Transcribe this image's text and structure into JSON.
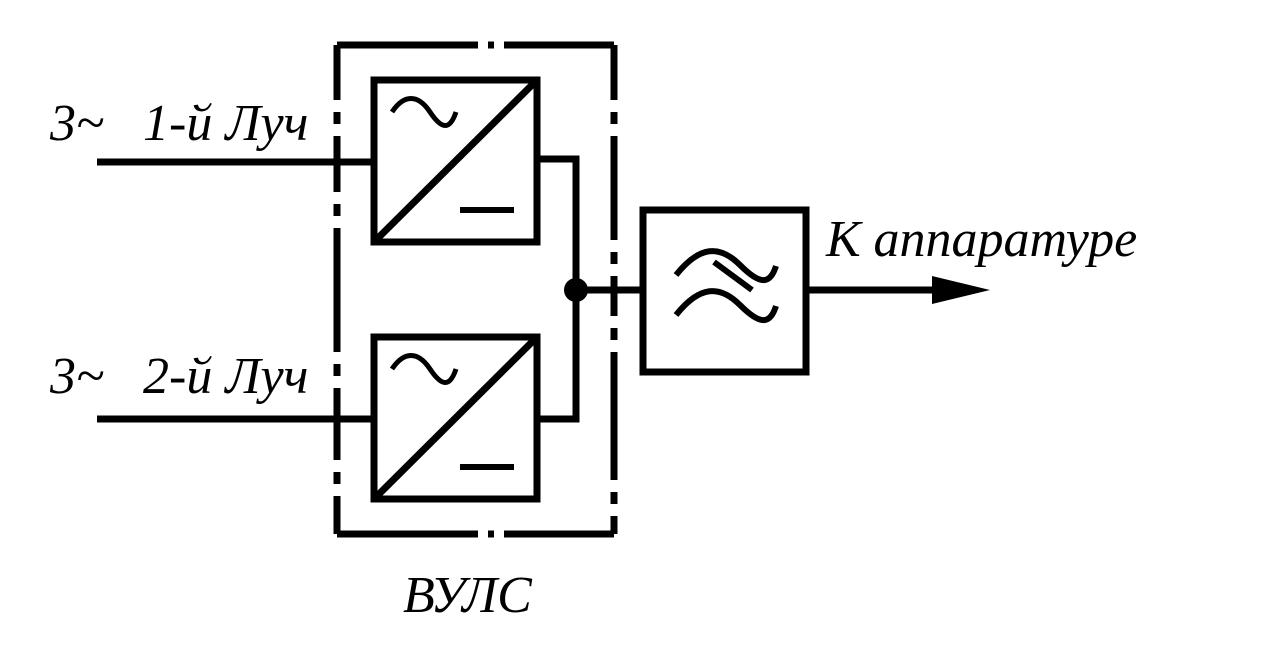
{
  "diagram": {
    "inputs": [
      {
        "phase": "3~",
        "label": "1-й Луч"
      },
      {
        "phase": "3~",
        "label": "2-й Луч"
      }
    ],
    "unit_label": "ВУЛС",
    "output_label": "К аппаратуре",
    "colors": {
      "line": "#000000",
      "background": "#ffffff"
    },
    "icons": {
      "converter_1": "ac-dc-converter-icon",
      "converter_2": "ac-dc-converter-icon",
      "filter": "low-pass-filter-icon",
      "arrow": "arrow-right-icon"
    }
  }
}
